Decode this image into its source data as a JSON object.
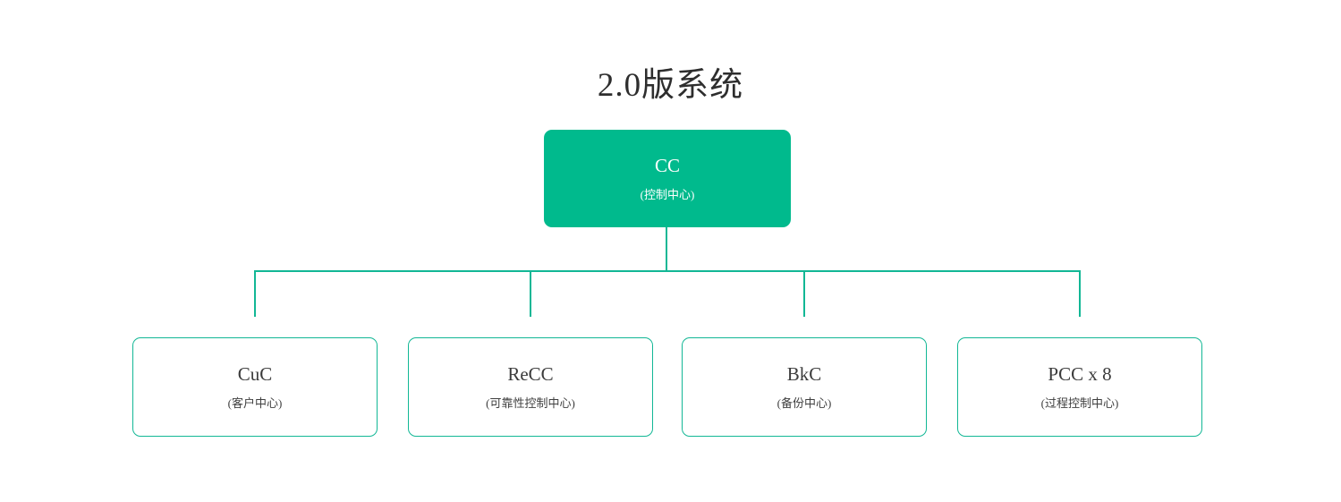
{
  "title": "2.0版系统",
  "colors": {
    "node_fill": "#00ba8d",
    "node_border": "#12b795",
    "connector_line": "#12b795",
    "text_dark": "#3b3b3b",
    "text_on_fill": "#ffffff",
    "background": "#ffffff"
  },
  "root": {
    "label": "CC",
    "sublabel": "(控制中心)"
  },
  "children": [
    {
      "label": "CuC",
      "sublabel": "(客户中心)"
    },
    {
      "label": "ReCC",
      "sublabel": "(可靠性控制中心)"
    },
    {
      "label": "BkC",
      "sublabel": "(备份中心)"
    },
    {
      "label": "PCC x 8",
      "sublabel": "(过程控制中心)"
    }
  ]
}
